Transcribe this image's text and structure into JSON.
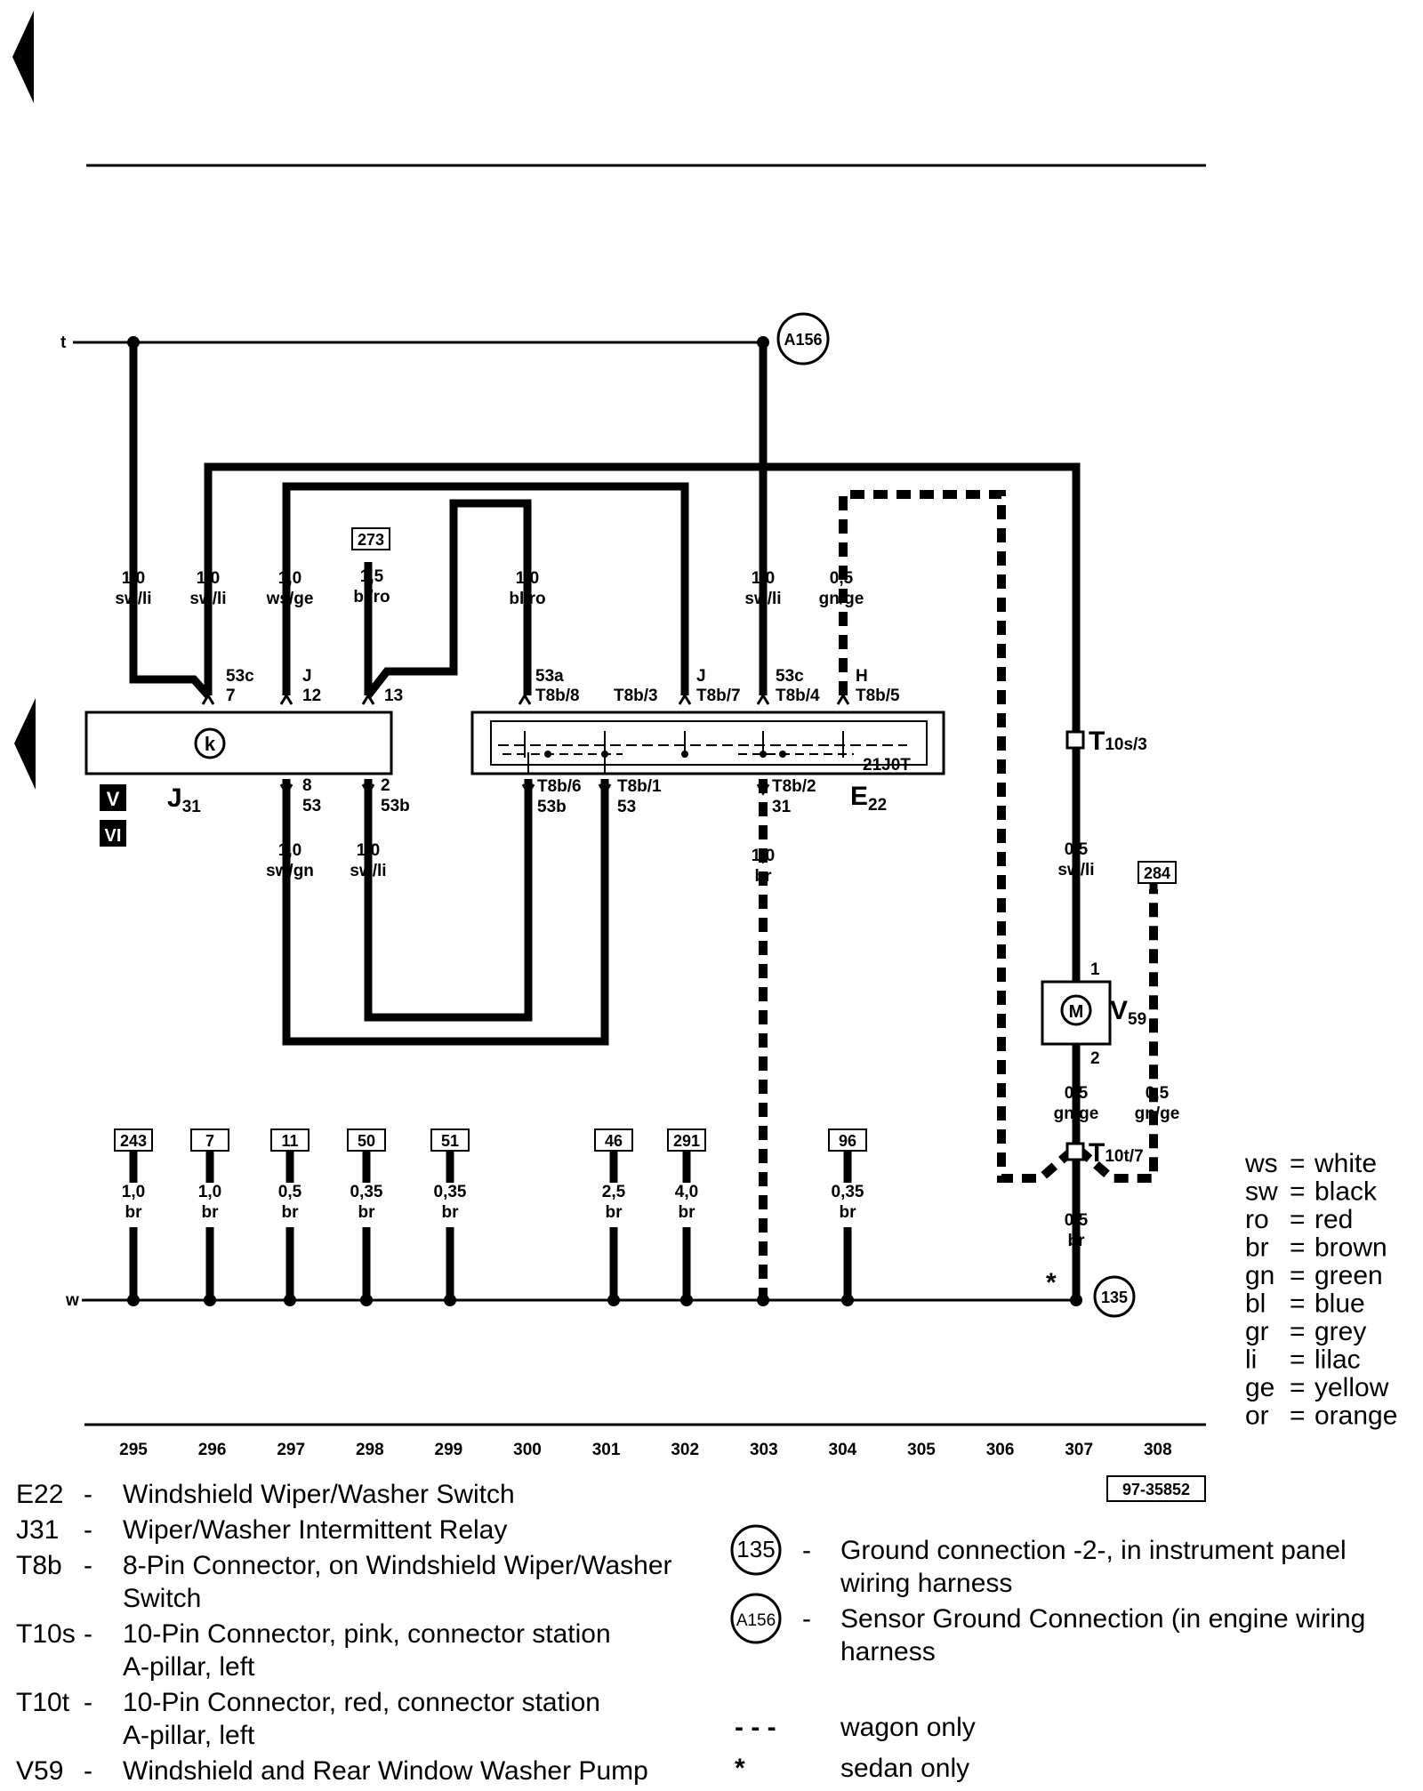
{
  "nav": {
    "prev_arrow": "previous-page",
    "section_arrow": "previous-section"
  },
  "buses": {
    "top": "t",
    "bottom": "w"
  },
  "grounds": {
    "a156": "A156",
    "g135": "135"
  },
  "relay": {
    "code": "J",
    "sub": "31",
    "symbol": "k",
    "badge_v": "V",
    "badge_vi": "VI",
    "pins": [
      {
        "top": "53c",
        "bottom": "7"
      },
      {
        "top": "J",
        "bottom": "12"
      },
      {
        "top": "",
        "bottom": "13"
      },
      {
        "top": "8",
        "bottom": "53"
      },
      {
        "top": "2",
        "bottom": "53b"
      }
    ]
  },
  "switch": {
    "code": "E",
    "sub": "22",
    "part": "21J0T",
    "pins": [
      {
        "top": "53a",
        "bottom": "T8b/8"
      },
      {
        "top": "",
        "bottom": "T8b/3"
      },
      {
        "top": "J",
        "bottom": "T8b/7"
      },
      {
        "top": "53c",
        "bottom": "T8b/4"
      },
      {
        "top": "H",
        "bottom": "T8b/5"
      },
      {
        "top": "T8b/6",
        "bottom": "53b"
      },
      {
        "top": "T8b/1",
        "bottom": "53"
      },
      {
        "top": "T8b/2",
        "bottom": "31"
      }
    ]
  },
  "pump": {
    "code": "V",
    "sub": "59",
    "symbol": "M",
    "pin1": "1",
    "pin2": "2"
  },
  "connectors": {
    "t10s": {
      "code": "T",
      "sub": "10s/3"
    },
    "t10t": {
      "code": "T",
      "sub": "10t/7"
    }
  },
  "ref_boxes": [
    "273",
    "284",
    "243",
    "7",
    "11",
    "50",
    "51",
    "46",
    "291",
    "96"
  ],
  "wires": [
    {
      "size": "1,0",
      "color": "sw/li"
    },
    {
      "size": "1,0",
      "color": "sw/li"
    },
    {
      "size": "1,0",
      "color": "ws/ge"
    },
    {
      "size": "1,5",
      "color": "bl/ro"
    },
    {
      "size": "1,0",
      "color": "bl/ro"
    },
    {
      "size": "1,0",
      "color": "sw/li"
    },
    {
      "size": "0,5",
      "color": "gn/ge"
    },
    {
      "size": "1,0",
      "color": "sw/gn"
    },
    {
      "size": "1,0",
      "color": "sw/li"
    },
    {
      "size": "1,0",
      "color": "br"
    },
    {
      "size": "0,5",
      "color": "sw/li"
    },
    {
      "size": "0,5",
      "color": "gn/ge"
    },
    {
      "size": "0,5",
      "color": "gn/ge"
    },
    {
      "size": "0,5",
      "color": "br"
    },
    {
      "size": "1,0",
      "color": "br"
    },
    {
      "size": "1,0",
      "color": "br"
    },
    {
      "size": "0,5",
      "color": "br"
    },
    {
      "size": "0,35",
      "color": "br"
    },
    {
      "size": "0,35",
      "color": "br"
    },
    {
      "size": "2,5",
      "color": "br"
    },
    {
      "size": "4,0",
      "color": "br"
    },
    {
      "size": "0,35",
      "color": "br"
    }
  ],
  "sedan_marker": "*",
  "columns": [
    "295",
    "296",
    "297",
    "298",
    "299",
    "300",
    "301",
    "302",
    "303",
    "304",
    "305",
    "306",
    "307",
    "308"
  ],
  "doc_id": "97-35852",
  "color_key": [
    {
      "abbr": "ws",
      "name": "white"
    },
    {
      "abbr": "sw",
      "name": "black"
    },
    {
      "abbr": "ro",
      "name": "red"
    },
    {
      "abbr": "br",
      "name": "brown"
    },
    {
      "abbr": "gn",
      "name": "green"
    },
    {
      "abbr": "bl",
      "name": "blue"
    },
    {
      "abbr": "gr",
      "name": "grey"
    },
    {
      "abbr": "li",
      "name": "lilac"
    },
    {
      "abbr": "ge",
      "name": "yellow"
    },
    {
      "abbr": "or",
      "name": "orange"
    }
  ],
  "legend": {
    "components": [
      {
        "code": "E22",
        "desc": [
          "Windshield Wiper/Washer Switch"
        ]
      },
      {
        "code": "J31",
        "desc": [
          "Wiper/Washer Intermittent Relay"
        ]
      },
      {
        "code": "T8b",
        "desc": [
          "8-Pin Connector, on Windshield Wiper/Washer",
          "Switch"
        ]
      },
      {
        "code": "T10s",
        "desc": [
          "10-Pin Connector, pink, connector station",
          "A-pillar, left"
        ]
      },
      {
        "code": "T10t",
        "desc": [
          "10-Pin Connector, red, connector station",
          "A-pillar, left"
        ]
      },
      {
        "code": "V59",
        "desc": [
          "Windshield and Rear Window Washer Pump"
        ]
      }
    ],
    "grounds": [
      {
        "code": "135",
        "desc": [
          "Ground connection -2-, in instrument panel",
          "wiring harness"
        ]
      },
      {
        "code": "A156",
        "desc": [
          "Sensor Ground Connection (in engine wiring",
          "harness"
        ]
      }
    ],
    "notes": [
      {
        "symbol": "- - -",
        "desc": "wagon only"
      },
      {
        "symbol": "*",
        "desc": "sedan only"
      }
    ]
  }
}
